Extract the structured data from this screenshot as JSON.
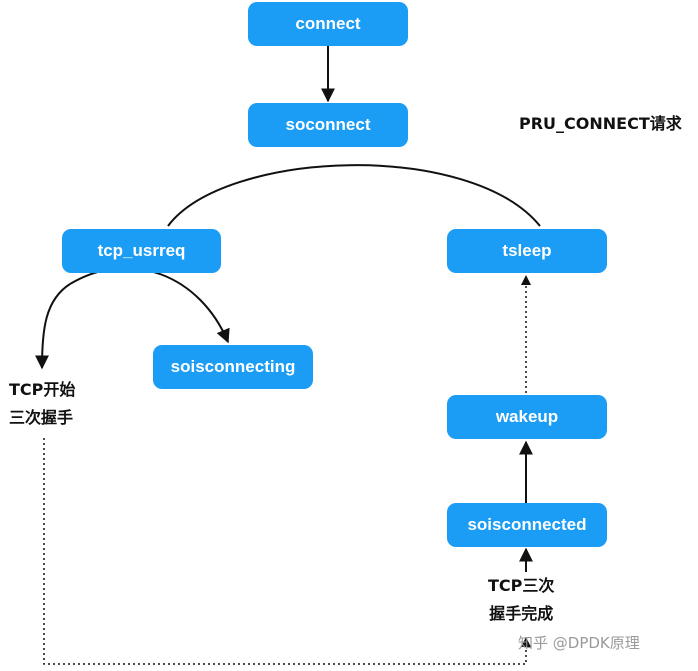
{
  "nodes": {
    "connect": "connect",
    "soconnect": "soconnect",
    "tcp_usrreq": "tcp_usrreq",
    "tsleep": "tsleep",
    "soisconnecting": "soisconnecting",
    "wakeup": "wakeup",
    "soisconnected": "soisconnected"
  },
  "labels": {
    "pru_connect": "PRU_CONNECT请求",
    "tcp_start_line1": "TCP开始",
    "tcp_start_line2": "三次握手",
    "tcp_done_line1": "TCP三次",
    "tcp_done_line2": "握手完成"
  },
  "watermark": "知乎 @DPDK原理",
  "colors": {
    "node_fill": "#1b9cf5",
    "node_text": "#ffffff",
    "line": "#111111"
  }
}
